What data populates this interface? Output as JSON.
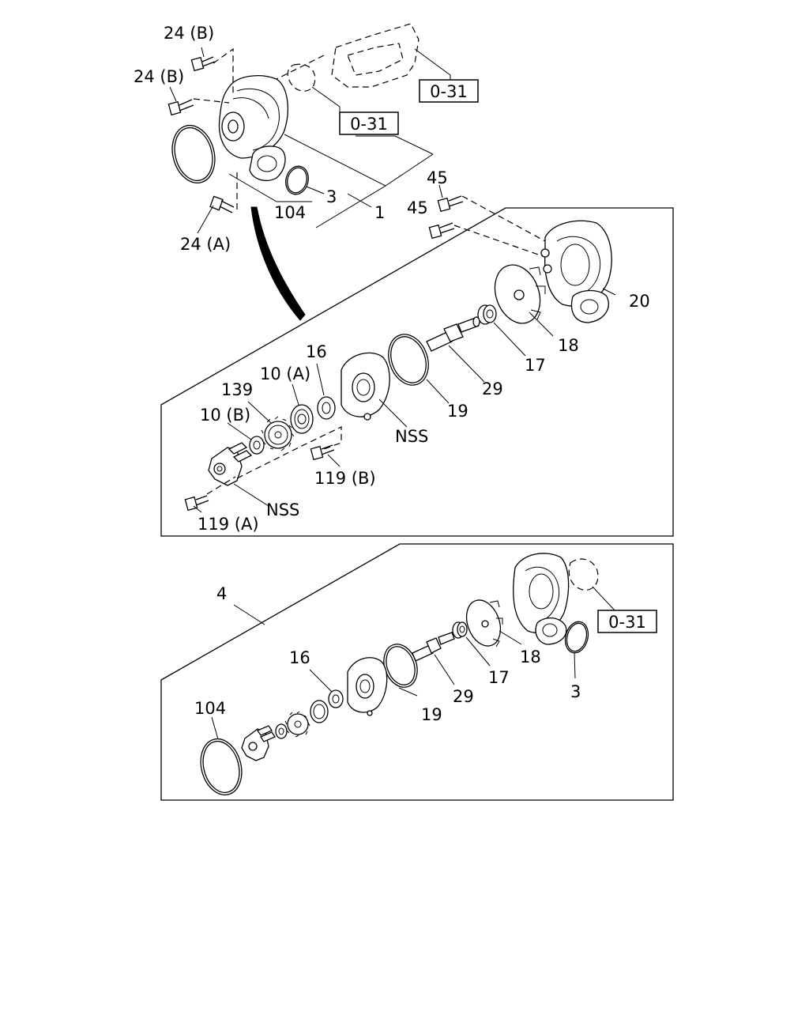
{
  "labels": {
    "l_24b_top": "24 (B)",
    "l_24b_mid": "24 (B)",
    "l_24a": "24 (A)",
    "l_104_top": "104",
    "l_3_top": "3",
    "l_1": "1",
    "l_45_a": "45",
    "l_45_b": "45",
    "l_20": "20",
    "l_18_top": "18",
    "l_17_top": "17",
    "l_29_top": "29",
    "l_19_top": "19",
    "l_nss_a": "NSS",
    "l_16_top": "16",
    "l_10a": "10 (A)",
    "l_139": "139",
    "l_10b": "10 (B)",
    "l_119b": "119 (B)",
    "l_119a": "119 (A)",
    "l_nss_b": "NSS",
    "l_4": "4",
    "l_16_bot": "16",
    "l_104_bot": "104",
    "l_19_bot": "19",
    "l_29_bot": "29",
    "l_17_bot": "17",
    "l_18_bot": "18",
    "l_3_bot": "3"
  },
  "refs": {
    "ref_top": "0-31",
    "ref_mid": "0-31",
    "ref_bot": "0-31"
  }
}
